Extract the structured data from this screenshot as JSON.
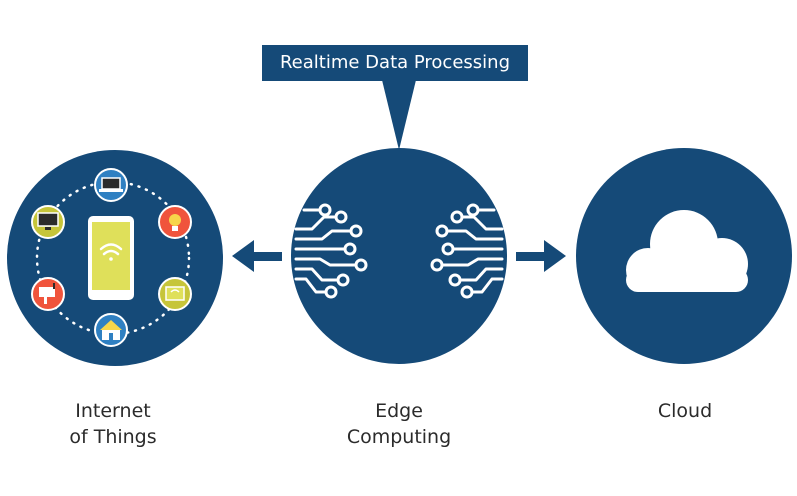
{
  "callout": {
    "text": "Realtime Data Processing"
  },
  "nodes": {
    "iot": {
      "line1": "Internet",
      "line2": "of Things"
    },
    "edge": {
      "line1": "Edge",
      "line2": "Computing"
    },
    "cloud": {
      "line1": "Cloud"
    }
  },
  "colors": {
    "primary": "#154a78",
    "white": "#ffffff",
    "phone_yellow": "#dfe05a",
    "icon_orange": "#f0543c",
    "icon_yellow": "#c6c53a",
    "icon_blue": "#2f80c2"
  },
  "icons": [
    "phone-icon",
    "wifi-icon",
    "laptop-icon",
    "monitor-icon",
    "lightbulb-icon",
    "house-icon",
    "tablet-icon",
    "mailbox-icon",
    "circuit-icon",
    "cloud-icon",
    "arrow-left-icon",
    "arrow-right-icon"
  ]
}
